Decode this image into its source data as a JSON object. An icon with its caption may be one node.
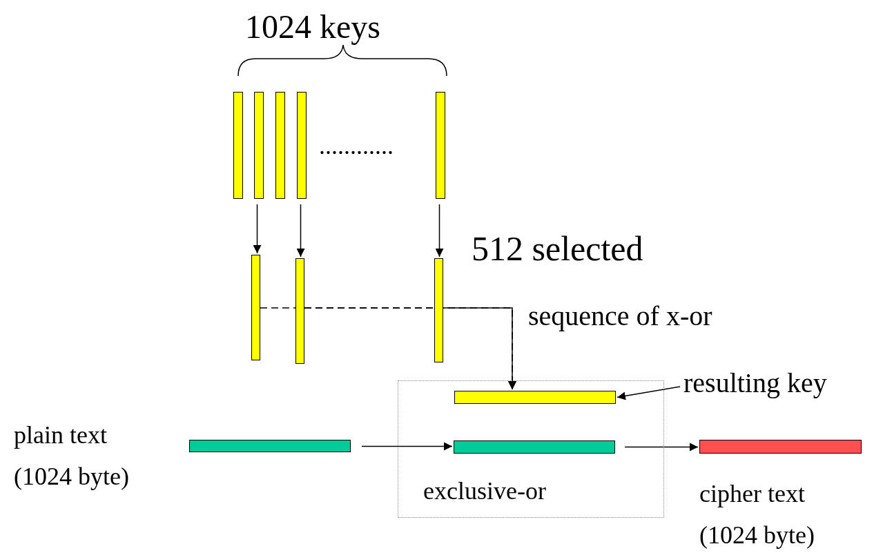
{
  "diagram": {
    "nodes": [
      {
        "text": [],
        "shape": "bar"
      },
      {
        "text": [],
        "shape": "bar"
      },
      {
        "text": [],
        "shape": "bar"
      },
      {
        "text": [],
        "shape": "bar"
      },
      {
        "text": [],
        "shape": "bar"
      },
      {
        "text": [],
        "shape": "bar"
      },
      {
        "text": [],
        "shape": "bar"
      },
      {
        "text": [],
        "shape": "bar"
      },
      {
        "text": [
          "exclusive-or"
        ]
      },
      {
        "text": [],
        "shape": "bar",
        "in": 8
      },
      {
        "text": [],
        "shape": "bar",
        "in": 8
      },
      {
        "text": [],
        "shape": "bar",
        "beside": [
          "plain text (1024 byte)"
        ]
      },
      {
        "text": [],
        "shape": "bar",
        "beside": [
          "cipher text (1024 byte)"
        ]
      },
      {
        "text": [
          "resulting key"
        ]
      }
    ],
    "edges": [
      {
        "from": 1,
        "to": 5,
        "arrow": "to"
      },
      {
        "from": 3,
        "to": 6,
        "arrow": "to"
      },
      {
        "from": 4,
        "to": 7,
        "arrow": "to"
      },
      {
        "from": 5,
        "to": 9,
        "arrow": "to",
        "style": "dashed"
      },
      {
        "from": 6,
        "to": 9,
        "arrow": "to",
        "style": "dashed"
      },
      {
        "from": 7,
        "to": 9,
        "arrow": "to",
        "style": "dashed"
      },
      {
        "from": 11,
        "to": 10,
        "arrow": "to"
      },
      {
        "from": 10,
        "to": 12,
        "arrow": "to"
      },
      {
        "from": 13,
        "to": 9,
        "arrow": "to"
      }
    ],
    "labels": [
      "1024 keys",
      "............",
      "512 selected",
      "sequence of x-or"
    ]
  }
}
